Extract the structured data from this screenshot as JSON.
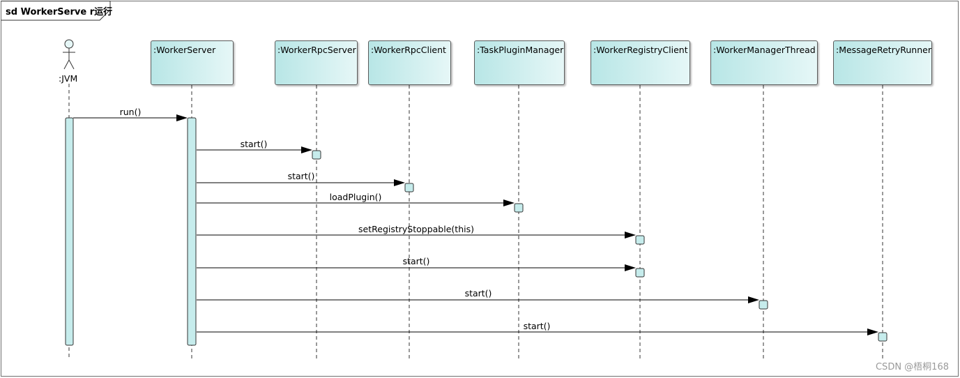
{
  "frame": {
    "title": "sd WorkerServe r运行"
  },
  "actor": {
    "label": ":JVM"
  },
  "lifelines": [
    {
      "id": "worker-server",
      "label": ":WorkerServer"
    },
    {
      "id": "worker-rpc-server",
      "label": ":WorkerRpcServer"
    },
    {
      "id": "worker-rpc-client",
      "label": ":WorkerRpcClient"
    },
    {
      "id": "task-plugin-manager",
      "label": ":TaskPluginManager"
    },
    {
      "id": "worker-registry-client",
      "label": ":WorkerRegistryClient"
    },
    {
      "id": "worker-manager-thread",
      "label": ":WorkerManagerThread"
    },
    {
      "id": "message-retry-runner",
      "label": ":MessageRetryRunner"
    }
  ],
  "messages": [
    {
      "label": "run()",
      "from": "jvm",
      "to": "worker-server"
    },
    {
      "label": "start()",
      "from": "worker-server",
      "to": "worker-rpc-server"
    },
    {
      "label": "start()",
      "from": "worker-server",
      "to": "worker-rpc-client"
    },
    {
      "label": "loadPlugin()",
      "from": "worker-server",
      "to": "task-plugin-manager"
    },
    {
      "label": "setRegistryStoppable(this)",
      "from": "worker-server",
      "to": "worker-registry-client"
    },
    {
      "label": "start()",
      "from": "worker-server",
      "to": "worker-registry-client"
    },
    {
      "label": "start()",
      "from": "worker-server",
      "to": "worker-manager-thread"
    },
    {
      "label": "start()",
      "from": "worker-server",
      "to": "message-retry-runner"
    }
  ],
  "watermark": "CSDN @梧桐168"
}
